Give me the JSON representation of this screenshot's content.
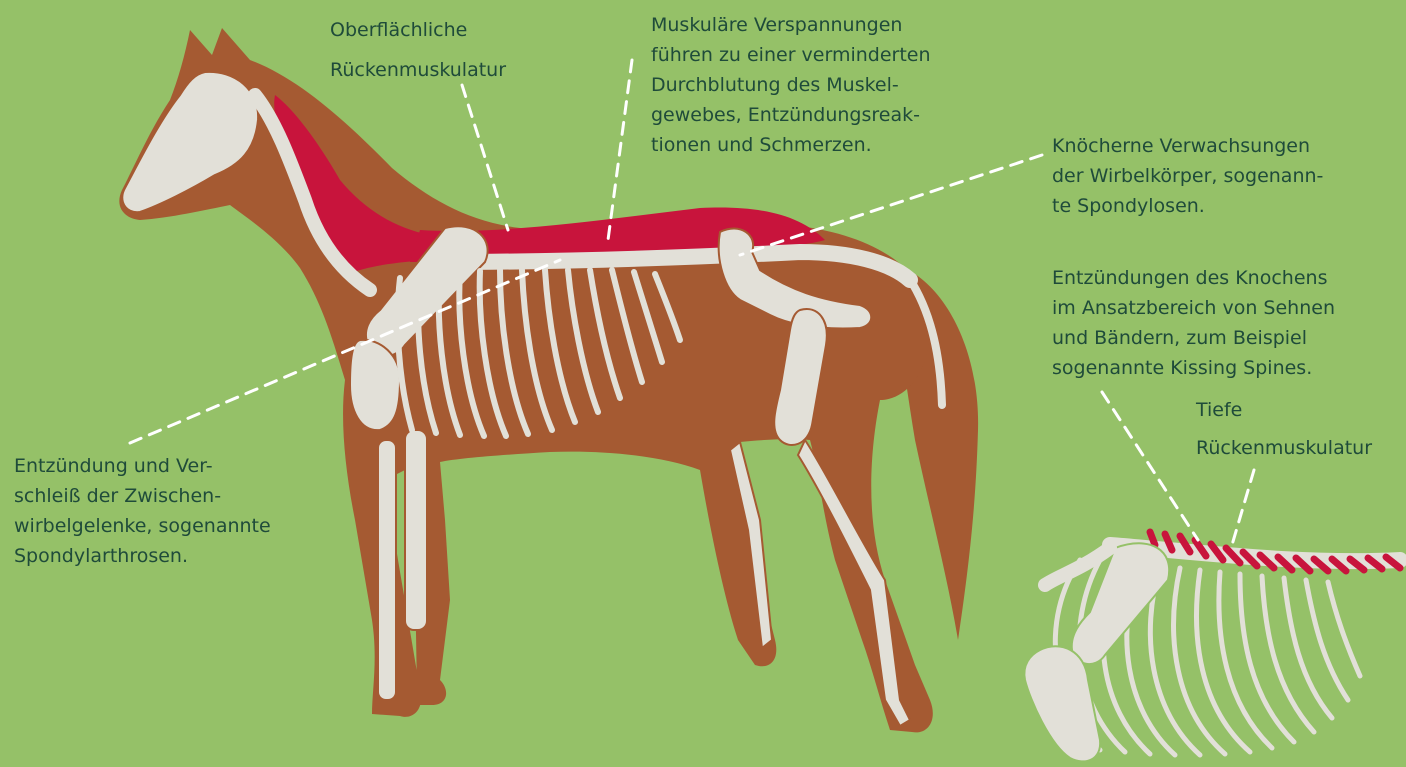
{
  "colors": {
    "background": "#95c168",
    "horse_coat": "#a55a32",
    "bone": "#e2e0d8",
    "muscle": "#c8143c",
    "text": "#1f4b3a",
    "leader_line": "#ffffff"
  },
  "labels": {
    "superficial_muscles": [
      "Oberflächliche",
      "Rückenmuskulatur"
    ],
    "muscle_tension": [
      "Muskuläre Verspannungen",
      "führen zu einer verminderten",
      "Durchblutung des Muskel-",
      "gewebes, Entzündungsreak-",
      "tionen und Schmerzen."
    ],
    "spondylosis": [
      "Knöcherne Verwachsungen",
      "der Wirbelkörper, sogenann-",
      "te Spondylosen."
    ],
    "kissing_spines": [
      "Entzündungen des Knochens",
      "im Ansatzbereich von Sehnen",
      "und Bändern, zum Beispiel",
      "sogenannte Kissing Spines."
    ],
    "deep_muscles": [
      "Tiefe",
      "Rückenmuskulatur"
    ],
    "spondylarthrosis": [
      "Entzündung und Ver-",
      "schleiß der Zwischen-",
      "wirbelgelenke, sogenannte",
      "Spondylarthrosen."
    ]
  }
}
